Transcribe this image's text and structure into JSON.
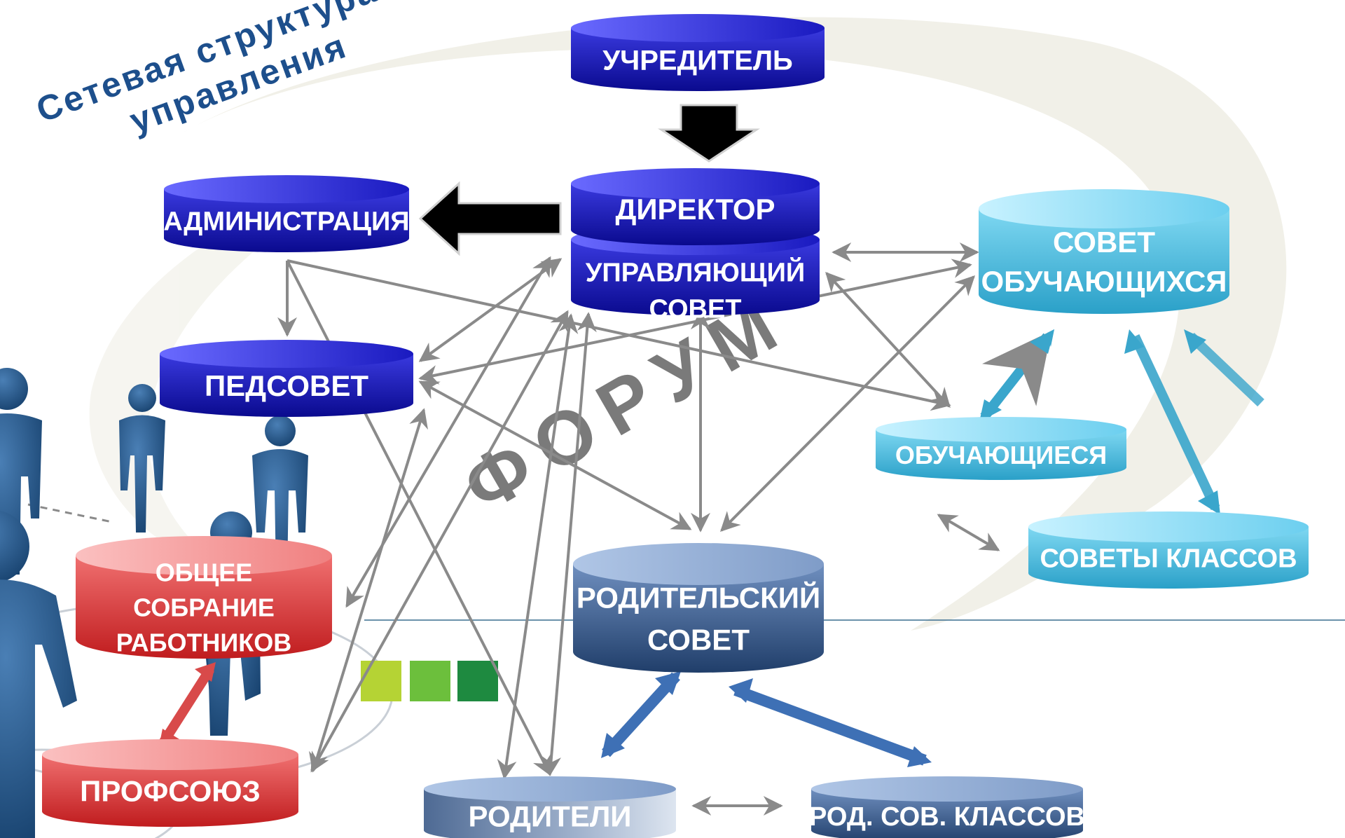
{
  "title": {
    "line1": "Сетевая структура",
    "line2": "управления"
  },
  "watermark": "ФОРУМ",
  "nodes": {
    "founder": {
      "lines": [
        "УЧРЕДИТЕЛЬ"
      ]
    },
    "director": {
      "lines": [
        "ДИРЕКТОР"
      ]
    },
    "board": {
      "lines": [
        "УПРАВЛЯЮЩИЙ",
        "СОВЕТ"
      ]
    },
    "administration": {
      "lines": [
        "АДМИНИСТРАЦИЯ"
      ]
    },
    "teachers_council": {
      "lines": [
        "ПЕДСОВЕТ"
      ]
    },
    "student_council": {
      "lines": [
        "СОВЕТ",
        "ОБУЧАЮЩИХСЯ"
      ]
    },
    "students": {
      "lines": [
        "ОБУЧАЮЩИЕСЯ"
      ]
    },
    "class_councils": {
      "lines": [
        "СОВЕТЫ  КЛАССОВ"
      ]
    },
    "parent_council": {
      "lines": [
        "РОДИТЕЛЬСКИЙ",
        "СОВЕТ"
      ]
    },
    "general_meeting": {
      "lines": [
        "ОБЩЕЕ",
        "СОБРАНИЕ",
        "РАБОТНИКОВ"
      ]
    },
    "trade_union": {
      "lines": [
        "ПРОФСОЮЗ"
      ]
    },
    "parents": {
      "lines": [
        "РОДИТЕЛИ"
      ]
    },
    "class_parent_councils": {
      "lines": [
        "РОД. СОВ. КЛАССОВ"
      ]
    }
  },
  "colors": {
    "blue_dark": "#0a0a9e",
    "blue_light": "#3a3ae0",
    "cyan_dark": "#2aa6cc",
    "cyan_light": "#8fe0f5",
    "navy_dark": "#2a4a78",
    "navy_light": "#8aa6cf",
    "red_dark": "#c8282a",
    "red_light": "#f29a9a",
    "arrow_gray": "#8a8a8a",
    "title_blue": "#1d4f8c",
    "watermark_gray": "#7a7a7a",
    "green_1": "#b5d334",
    "green_2": "#6cbf3c",
    "green_3": "#1e8a40"
  }
}
